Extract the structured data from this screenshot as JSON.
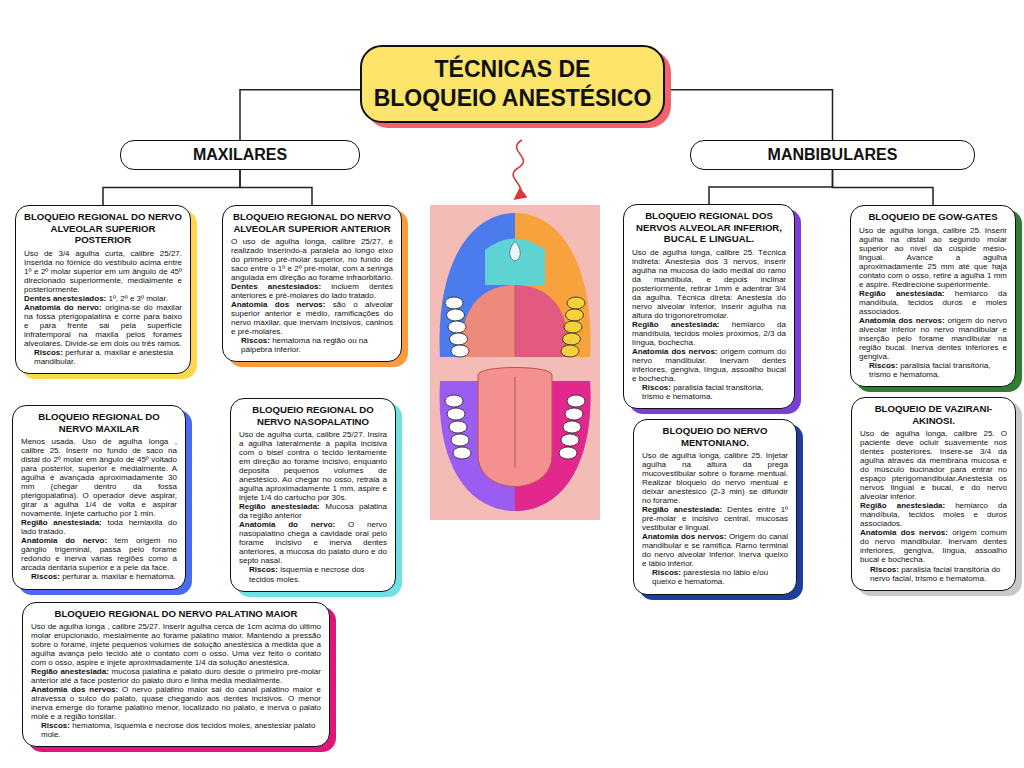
{
  "diagram": {
    "nodes": [
      {
        "text": [
          "TÉCNICAS DE BLOQUEIO ANESTÉSICO"
        ]
      },
      {
        "text": [
          "MAXILARES"
        ]
      },
      {
        "text": [
          "MANBIBULARES"
        ]
      },
      {
        "text": [
          "BLOQUEIO REGIONAL DO NERVO ALVEOLAR SUPERIOR POSTERIOR",
          "Uso de 3/4 agulha curta, calibre 25/27. Inserida no fórnice do vestíbulo acima entre 1º e 2º molar superior em um ângulo de 45º direcionado superiormente, medialmente e posteriormente.",
          "Dentes anestesiados: 1º, 2º e 3º molar.",
          "Anatomia do nervo: origina-se do maxilar na fossa pterigopalatina e corre para baixo e para frente sai pela superfície infratemporal na maxila pelos forames alveolares. Divide-se em dois ou três ramos.",
          "Riscos: perfurar a. maxilar e anestesia mandibular."
        ]
      },
      {
        "text": [
          "BLOQUEIO REGIONAL DO NERVO ALVEOLAR SUPERIOR ANTERIOR",
          "O uso de agulha longa, calibre 25/27, é realizado inserindo-a paralela ao longo eixo do primeiro pré-molar superior, no fundo de saco entre o 1º e 2º pré-molar, com a seringa angulada em direção ao forame infraorbitário.",
          "Dentes anestesiados: incluem dentes anteriores e pré-molares do lado tratado.",
          "Anatomia dos nervos: são o alveolar superior anterior e médio, ramificações do nervo maxilar, que inervam incisivos, caninos e pré-molares.",
          "Riscos: hematoma na região ou na pálpebra inferior."
        ]
      },
      {
        "text": [
          "BLOQUEIO REGIONAL DO NERVO MAXILAR",
          "Menos usada. Uso de agulha longa , calibre 25. Inserir no fundo de saco na distal do 2º molar em ângulo de 45º voltado para posterior, superior e medialmente. A agulha é avançada aproximadamente 30 mm (chegar dentro da fossa pterigopalatina). O operador deve aspirar, girar a agulha 1/4 de volta e aspirar novamente. Injete cartucho por 1 min.",
          "Região anestesiada: toda hemiaxila do lado tratado.",
          "Anatomia do nervo: tem origem no gânglio trigeminal, passa pelo forame redondo e inerva várias regiões como a arcada dentária superior e a pele da face.",
          "Riscos: perfurar a. maxilar e hematoma."
        ]
      },
      {
        "text": [
          "BLOQUEIO REGIONAL DO NERVO NASOPALATINO",
          "Uso de agulha curta, calibre 25/27. Insira a agulha lateralmente à papila incisiva com o bisel contra o tecido lentamente em direção ao forame incisivo, enquanto deposita pequenos volumes de anestésico. Ao chegar no osso, retraia a agulha aproximadamente 1 mm, aspire e injete 1/4 do cartucho por 30s.",
          "Região anestesiada: Mucosa palatina da região anterior",
          "Anatomia do nervo: O nervo nasopalatino chega a cavidade oral pelo forame incisivo e inerva dentes anteriores, a mucosa do palato duro e do septo nasal.",
          "Riscos: isquemia e necrose dos tecidos moles."
        ]
      },
      {
        "text": [
          "BLOQUEIO REGIONAL DO NERVO PALATINO MAIOR",
          "Uso de agulha longa , calibre 25/27. Inserir agulha cerca de 1cm acima do último molar erupcionado, mesialmente ao forame palatino maior. Mantendo a pressão sobre o forame, injete pequenos volumes de solução anestésica à medida que a agulha avança pelo tecido até o contato com o osso. Uma vez feito o contato com o osso, aspire e injete aproximadamente 1/4 da solução anestésica.",
          "Região anestesiada: mucosa palatina e palato duro desde o primeiro pré-molar anterior até a face posterior do palato duro e linha média medialmente.",
          "Anatomia dos nervos: O nervo palatino maior sai do canal palatino maior e atravessa o sulco do palato, quase chegando aos dentes incisivos. O menor inerva emerge do forame palatino menor, localizado no palato, e inerva o palato mole e a região tonsilar.",
          "Riscos: hematoma, isquemia e necrose dos tecidos moles, anestesiar palato mole."
        ]
      },
      {
        "text": [
          "BLOQUEIO REGIONAL DOS NERVOS ALVEOLAR INFERIOR, BUCAL E LINGUAL.",
          "Uso de agulha longa, calibre 25. Técnica indireta: Anestesia dos 3 nervos, inserir agulha na mucosa do lado medial do ramo da mandíbula, e depois inclinar posteriormente, retirar 1mm e adentrar 3/4 da agulha. Técnica direta: Anestesia do nervo alveolar inferior, inserir agulha na altura do trígonoretromolar.",
          "Região anestesiada: hemiarco da mandíbula, tecidos moles próximos, 2/3 da língua, bochecha.",
          "Anatomia dos nervos: origem comum do nervo mandibular. Inervam dentes inferiores, gengiva, língua, assoalho bucal e bochecha.",
          "Riscos: paralisia facial transitória, trismo e hematoma."
        ]
      },
      {
        "text": [
          "BLOQUEIO DE GOW-GATES",
          "Uso de agulha longa, calibre 25. Inserir agulha na distal ao segundo molar superior ao nível da cúspide mésio-lingual. Avance a agulha aproximadamente 25 mm até que haja contato com o osso, retire a agulha 1 mm e aspire. Redirecione superiormente.",
          "Região anestesiada: hemiarco da mandíbula, tecidos duros e moles associados.",
          "Anatomia dos nervos: origem do nervo alveolar inferior no nervo mandibular e inserção pelo forame mandibular na região bucal. Inerva dentes inferiores e gengiva.",
          "Riscos: paralisia facial transitória, trismo e hematoma."
        ]
      },
      {
        "text": [
          "BLOQUEIO DO NERVO MENTONIANO.",
          "Uso de agulha longa, calibre 25. Injetar agulha na altura da prega mucovestibular sobre o forame mentual. Realizar bloqueio do nervo mentual e deixar anestésico (2-3 min) se difundir no forame.",
          "Região anestesiada: Dentes entre 1º pré-molar e incisivo central, mucosas vestibular e lingual.",
          "Anatomia dos nervos: Origem do canal mandibular e se ramifica. Ramo terminal do nervo alveolar inferior. Inerva queixo e lábio inferior.",
          "Riscos: parestesia no lábio e/ou queixo e hematoma."
        ]
      },
      {
        "text": [
          "BLOQUEIO DE VAZIRANI-AKINOSI.",
          "Uso de agulha longa, calibre 25. O paciente deve ocluir suavemente nos dentes posteriores. Insere-se 3/4 da agulha através da membrana mucosa e do músculo bucinador para entrar no espaço pterigomandibular.Anestesia os nervos lingual e bucal, e do nervo alveolar inferior.",
          "Região anestesiada: hemiarco da mandíbula, tecidos moles e duros associados.",
          "Anatomia dos nervos: origem comum do nervo mandibular. Inervam dentes inferiores, gengiva, língua, assoalho bucal e bochecha.",
          "Riscos: paralisia facial transitória do nervo facial, trismo e hematoma."
        ]
      }
    ],
    "edges": [
      {
        "from": 0,
        "to": 1,
        "arrow": "none"
      },
      {
        "from": 0,
        "to": 2,
        "arrow": "none"
      },
      {
        "from": 1,
        "to": 3,
        "arrow": "none"
      },
      {
        "from": 1,
        "to": 4,
        "arrow": "none"
      },
      {
        "from": 2,
        "to": 8,
        "arrow": "none"
      },
      {
        "from": 2,
        "to": 9,
        "arrow": "none"
      }
    ]
  }
}
